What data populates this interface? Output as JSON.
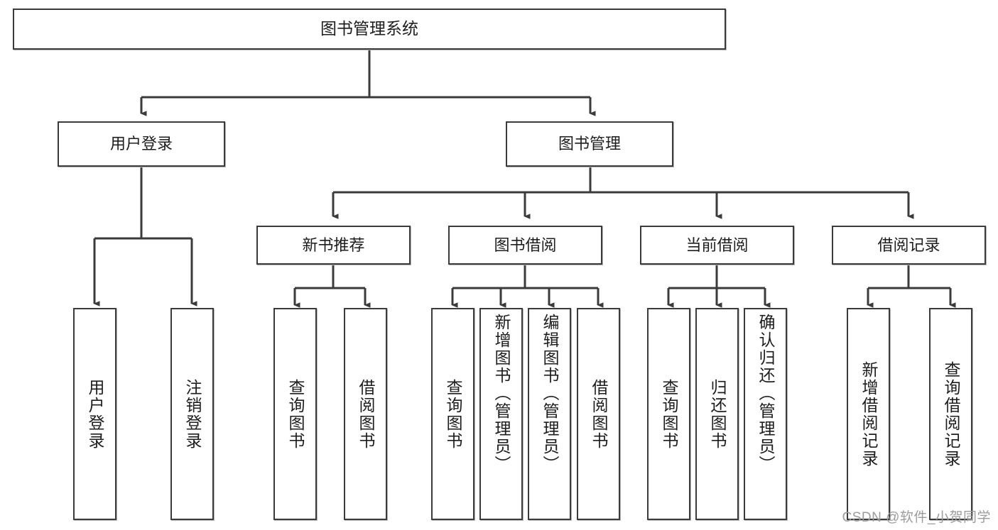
{
  "diagram": {
    "title": "图书管理系统",
    "type": "tree",
    "watermark": "CSDN @软件_小贺同学",
    "colors": {
      "border": "#3b3b3b",
      "line": "#3b3b3b",
      "background": "#ffffff",
      "text": "#1d1d1d",
      "watermark_text": "#9c9c9c"
    },
    "root": {
      "label": "图书管理系统"
    },
    "level2": [
      {
        "label": "用户登录"
      },
      {
        "label": "图书管理"
      }
    ],
    "level3": [
      {
        "label": "新书推荐"
      },
      {
        "label": "图书借阅"
      },
      {
        "label": "当前借阅"
      },
      {
        "label": "借阅记录"
      }
    ],
    "leaves": {
      "user_login": [
        {
          "label": "用户登录"
        },
        {
          "label": "注销登录"
        }
      ],
      "new_book": [
        {
          "label": "查询图书"
        },
        {
          "label": "借阅图书"
        }
      ],
      "book_borrow": [
        {
          "label": "查询图书"
        },
        {
          "label": "新增图书（管理员）"
        },
        {
          "label": "编辑图书（管理员）"
        },
        {
          "label": "借阅图书"
        }
      ],
      "current_borrow": [
        {
          "label": "查询图书"
        },
        {
          "label": "归还图书"
        },
        {
          "label": "确认归还（管理员）"
        }
      ],
      "borrow_record": [
        {
          "label": "新增借阅记录"
        },
        {
          "label": "查询借阅记录"
        }
      ]
    }
  }
}
